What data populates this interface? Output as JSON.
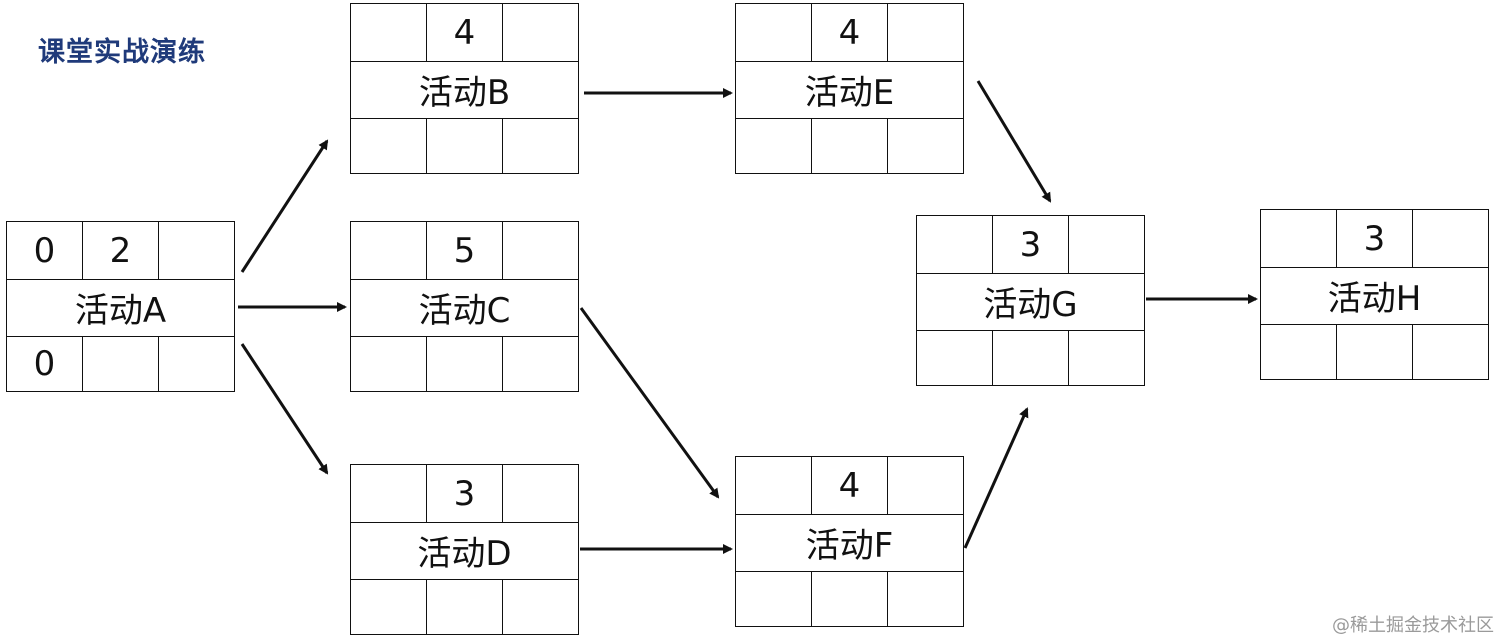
{
  "title": "课堂实战演练",
  "watermark": "@稀土掘金技术社区",
  "nodes": {
    "A": {
      "name": "活动A",
      "top": [
        "0",
        "2",
        ""
      ],
      "bottom": [
        "0",
        "",
        ""
      ]
    },
    "B": {
      "name": "活动B",
      "top": [
        "",
        "4",
        ""
      ],
      "bottom": [
        "",
        "",
        ""
      ]
    },
    "C": {
      "name": "活动C",
      "top": [
        "",
        "5",
        ""
      ],
      "bottom": [
        "",
        "",
        ""
      ]
    },
    "D": {
      "name": "活动D",
      "top": [
        "",
        "3",
        ""
      ],
      "bottom": [
        "",
        "",
        ""
      ]
    },
    "E": {
      "name": "活动E",
      "top": [
        "",
        "4",
        ""
      ],
      "bottom": [
        "",
        "",
        ""
      ]
    },
    "F": {
      "name": "活动F",
      "top": [
        "",
        "4",
        ""
      ],
      "bottom": [
        "",
        "",
        ""
      ]
    },
    "G": {
      "name": "活动G",
      "top": [
        "",
        "3",
        ""
      ],
      "bottom": [
        "",
        "",
        ""
      ]
    },
    "H": {
      "name": "活动H",
      "top": [
        "",
        "3",
        ""
      ],
      "bottom": [
        "",
        "",
        ""
      ]
    }
  },
  "edges": [
    [
      "A",
      "B"
    ],
    [
      "A",
      "C"
    ],
    [
      "A",
      "D"
    ],
    [
      "B",
      "E"
    ],
    [
      "C",
      "F"
    ],
    [
      "D",
      "F"
    ],
    [
      "E",
      "G"
    ],
    [
      "F",
      "G"
    ],
    [
      "G",
      "H"
    ]
  ]
}
